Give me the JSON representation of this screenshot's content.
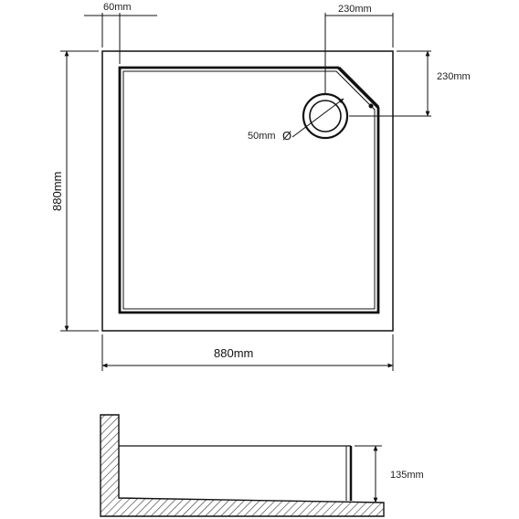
{
  "top_view": {
    "rim_width_label": "60mm",
    "waste_offset_x_label": "230mm",
    "waste_offset_y_label": "230mm",
    "waste_diameter_label": "50mm",
    "diameter_symbol": "Ø",
    "height_label": "880mm",
    "width_label": "880mm"
  },
  "section_view": {
    "depth_label": "135mm"
  }
}
